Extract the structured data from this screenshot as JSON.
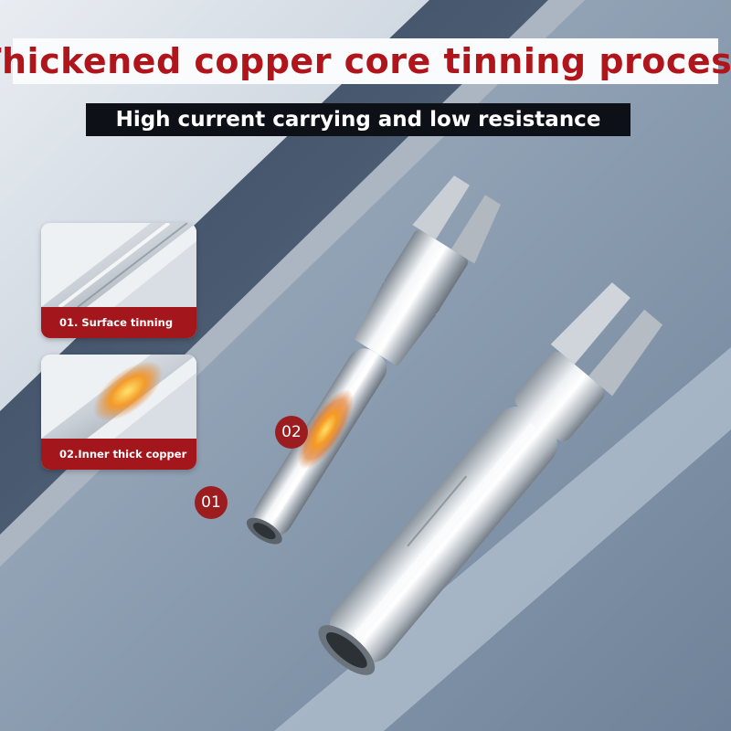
{
  "title": "Thickened copper core tinning process",
  "subtitle": "High current carrying and low resistance",
  "insets": [
    {
      "label": "01. Surface tinning"
    },
    {
      "label": "02.Inner thick copper"
    }
  ],
  "badges": [
    {
      "text": "01"
    },
    {
      "text": "02"
    }
  ],
  "colors": {
    "accent_red": "#b0151b",
    "label_red": "#a3161c",
    "subtitle_bg": "#0d1016"
  }
}
